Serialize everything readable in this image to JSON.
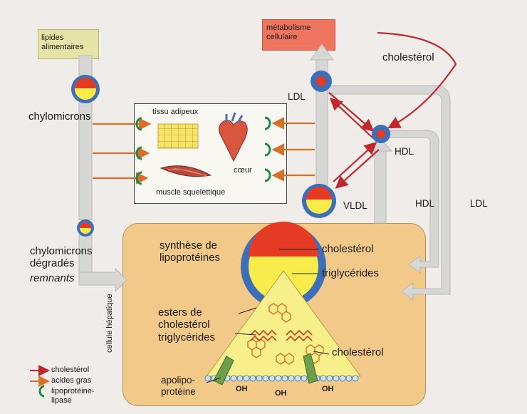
{
  "labels": {
    "lipides_alimentaires": "lipides\nalimentaires",
    "metabolisme_cellulaire": "métabolisme\ncellulaire",
    "cholesterol_top": "cholestérol",
    "chylomicrons": "chylomicrons",
    "tissu_adipeux": "tissu adipeux",
    "coeur": "cœur",
    "muscle_squelettique": "muscle squelettique",
    "ldl_left": "LDL",
    "hdl_right": "HDL",
    "vldl": "VLDL",
    "hdl_path": "HDL",
    "ldl_path": "LDL",
    "chylomicrons_degrades": "chylomicrons\ndégradés",
    "remnants": "remnants",
    "synthese": "synthèse de\nlipoprotéines",
    "cholesterol_liver": "cholestérol",
    "triglycerides_liver": "triglycérides",
    "esters": "esters de\ncholestérol\ntriglycérides",
    "cholesterol_molecule": "cholestérol",
    "cellule_hepatique": "cellule hépatique",
    "apolipoproteine": "apolipo-\nprotéine",
    "oh": "OH"
  },
  "legend": [
    {
      "label": "cholestérol",
      "color": "#c1272d",
      "icon": "red-arrow"
    },
    {
      "label": "acides gras",
      "color": "#d9702a",
      "icon": "orange-arrow"
    },
    {
      "label": "lipoprotéine-\nlipase",
      "color": "#1f8a4c",
      "icon": "green-c-icon"
    }
  ],
  "colors": {
    "liver": "#f2c988",
    "food": "#e5e3a6",
    "metabolism": "#f0755f",
    "cholesterol_arrow": "#c1272d",
    "fatty_acid_arrow": "#d9702a",
    "particle_shell": "#3d6fb8",
    "particle_core": "#f7ec4c",
    "particle_cap": "#e53a24"
  }
}
